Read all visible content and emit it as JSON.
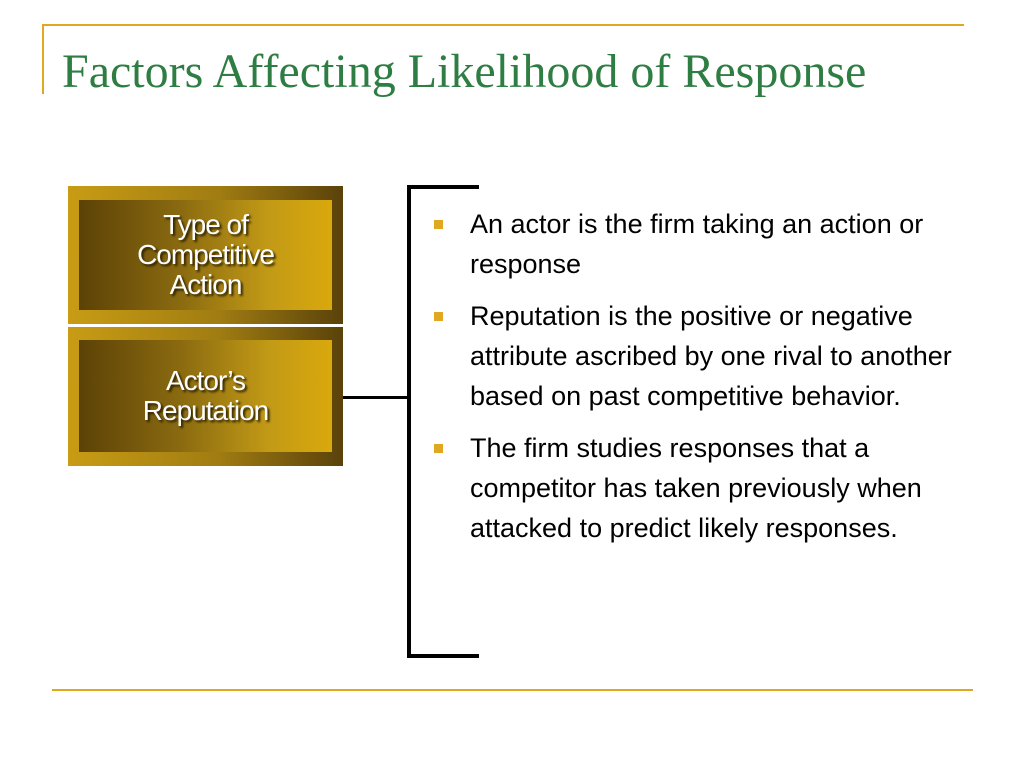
{
  "slide": {
    "title": "Factors Affecting Likelihood of Response",
    "factors": [
      {
        "label": "Type of\nCompetitive\nAction"
      },
      {
        "label": "Actor’s\nReputation"
      }
    ],
    "bullets": [
      "An actor is the firm taking an action or response",
      "Reputation is the positive or negative attribute ascribed by one rival to another based on past competitive behavior.",
      "The firm studies responses that a competitor has taken previously when attacked to predict likely responses."
    ]
  },
  "colors": {
    "accent_gold": "#e0a820",
    "title_green": "#2e7d43",
    "box_gold": "#c89c14",
    "box_dark": "#5a420a"
  }
}
